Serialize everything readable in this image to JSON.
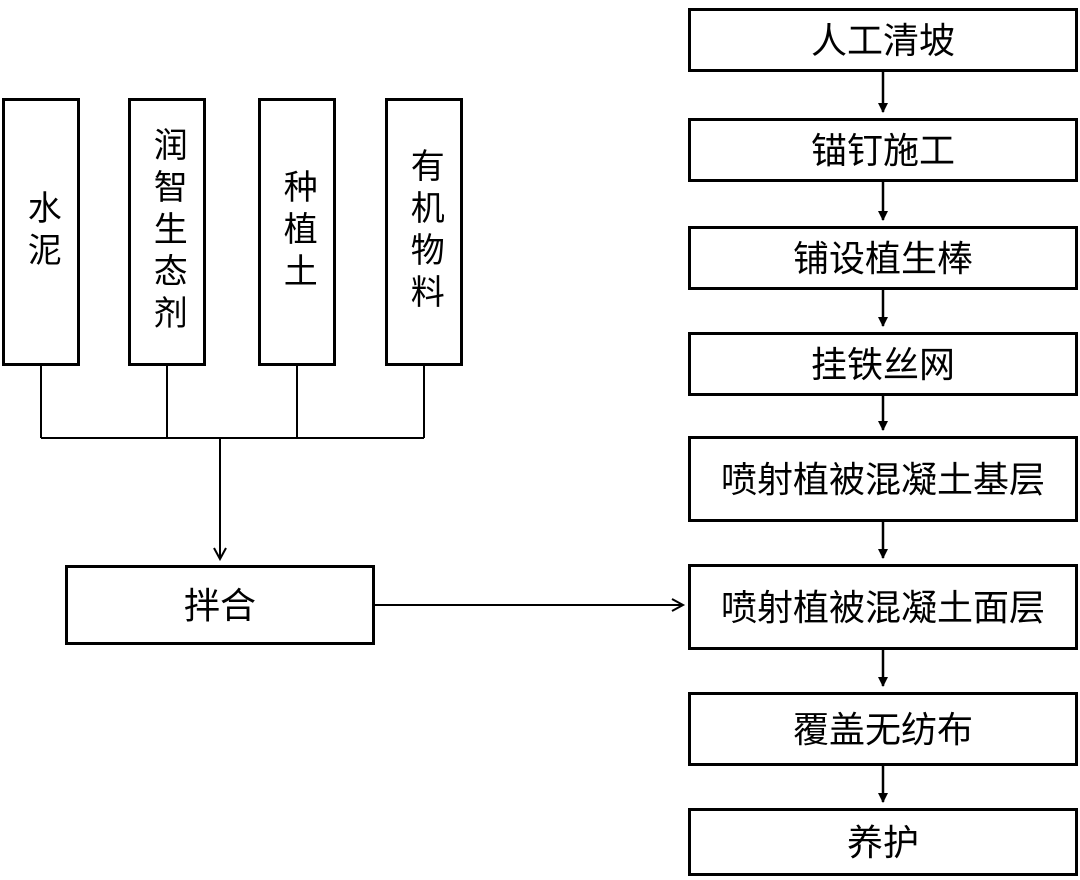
{
  "colors": {
    "line": "#000000",
    "box_border": "#000000",
    "box_fill": "#ffffff",
    "background": "#ffffff",
    "text": "#000000"
  },
  "diagram": {
    "left_inputs": [
      {
        "label": "水泥"
      },
      {
        "label": "润智生态剂"
      },
      {
        "label": "种植土"
      },
      {
        "label": "有机物料"
      }
    ],
    "mix": {
      "label": "拌合"
    },
    "steps": [
      {
        "label": "人工清坡"
      },
      {
        "label": "锚钉施工"
      },
      {
        "label": "铺设植生棒"
      },
      {
        "label": "挂铁丝网"
      },
      {
        "label": "喷射植被混凝土基层"
      },
      {
        "label": "喷射植被混凝土面层"
      },
      {
        "label": "覆盖无纺布"
      },
      {
        "label": "养护"
      }
    ]
  }
}
